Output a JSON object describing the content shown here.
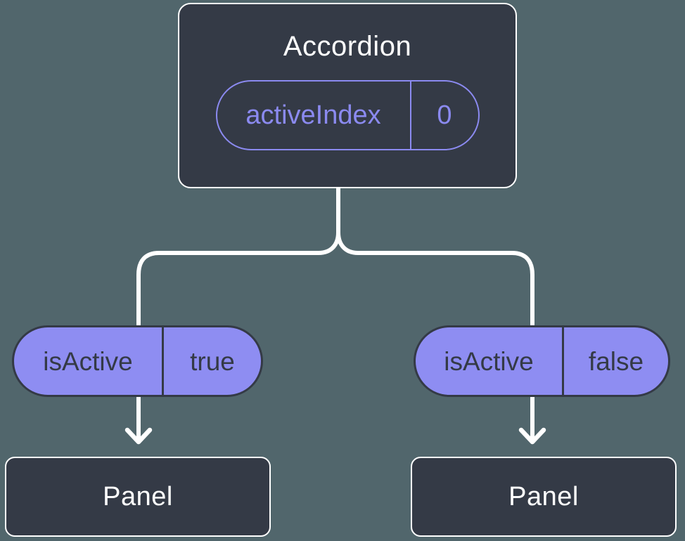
{
  "theme": {
    "background": "#51666C",
    "node_fill": "#343A46",
    "node_border": "#FFFFFF",
    "accent_purple": "#8B8AF0",
    "pill_fill": "#8E8DF2",
    "pill_text_dark": "#343A46",
    "connector": "#FFFFFF"
  },
  "diagram": {
    "root": {
      "title": "Accordion",
      "state_pill": {
        "label": "activeIndex",
        "value": "0"
      }
    },
    "branches": [
      {
        "prop_pill": {
          "label": "isActive",
          "value": "true"
        },
        "child": {
          "title": "Panel"
        }
      },
      {
        "prop_pill": {
          "label": "isActive",
          "value": "false"
        },
        "child": {
          "title": "Panel"
        }
      }
    ]
  }
}
